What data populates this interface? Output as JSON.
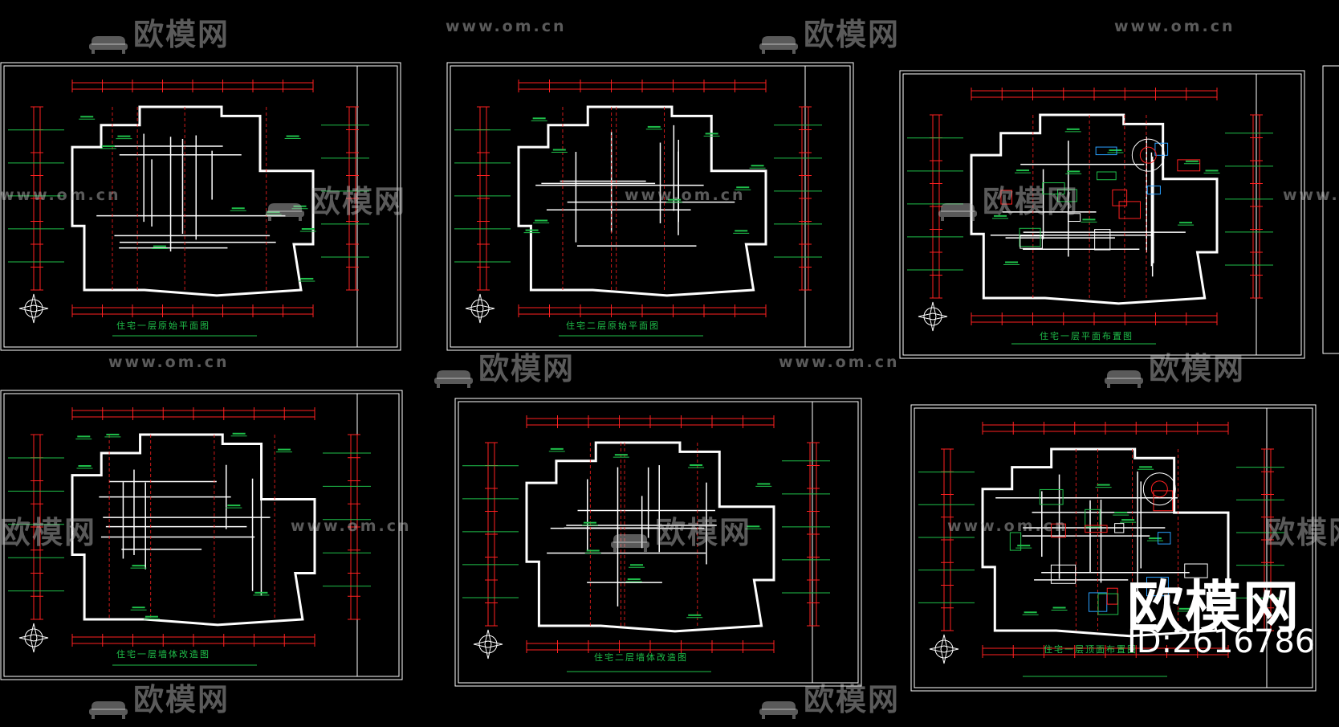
{
  "watermark": {
    "brand_cn": "欧模网",
    "url": "www.om.cn"
  },
  "overlay": {
    "logo": "欧模网",
    "id_text": "ID:2616786"
  },
  "sheets": [
    {
      "title": "住宅一层原始平面图"
    },
    {
      "title": "住宅二层原始平面图"
    },
    {
      "title": "住宅一层平面布置图"
    },
    {
      "title": "住宅一层墙体改造图"
    },
    {
      "title": "住宅二层墙体改造图"
    },
    {
      "title": "住宅一层顶面布置图"
    }
  ],
  "colors": {
    "background": "#000000",
    "frame": "#ffffff",
    "dimension": "#ff2020",
    "wall": "#ffffff",
    "annotation": "#1fbf4a",
    "detail": "#2aa0ff"
  }
}
